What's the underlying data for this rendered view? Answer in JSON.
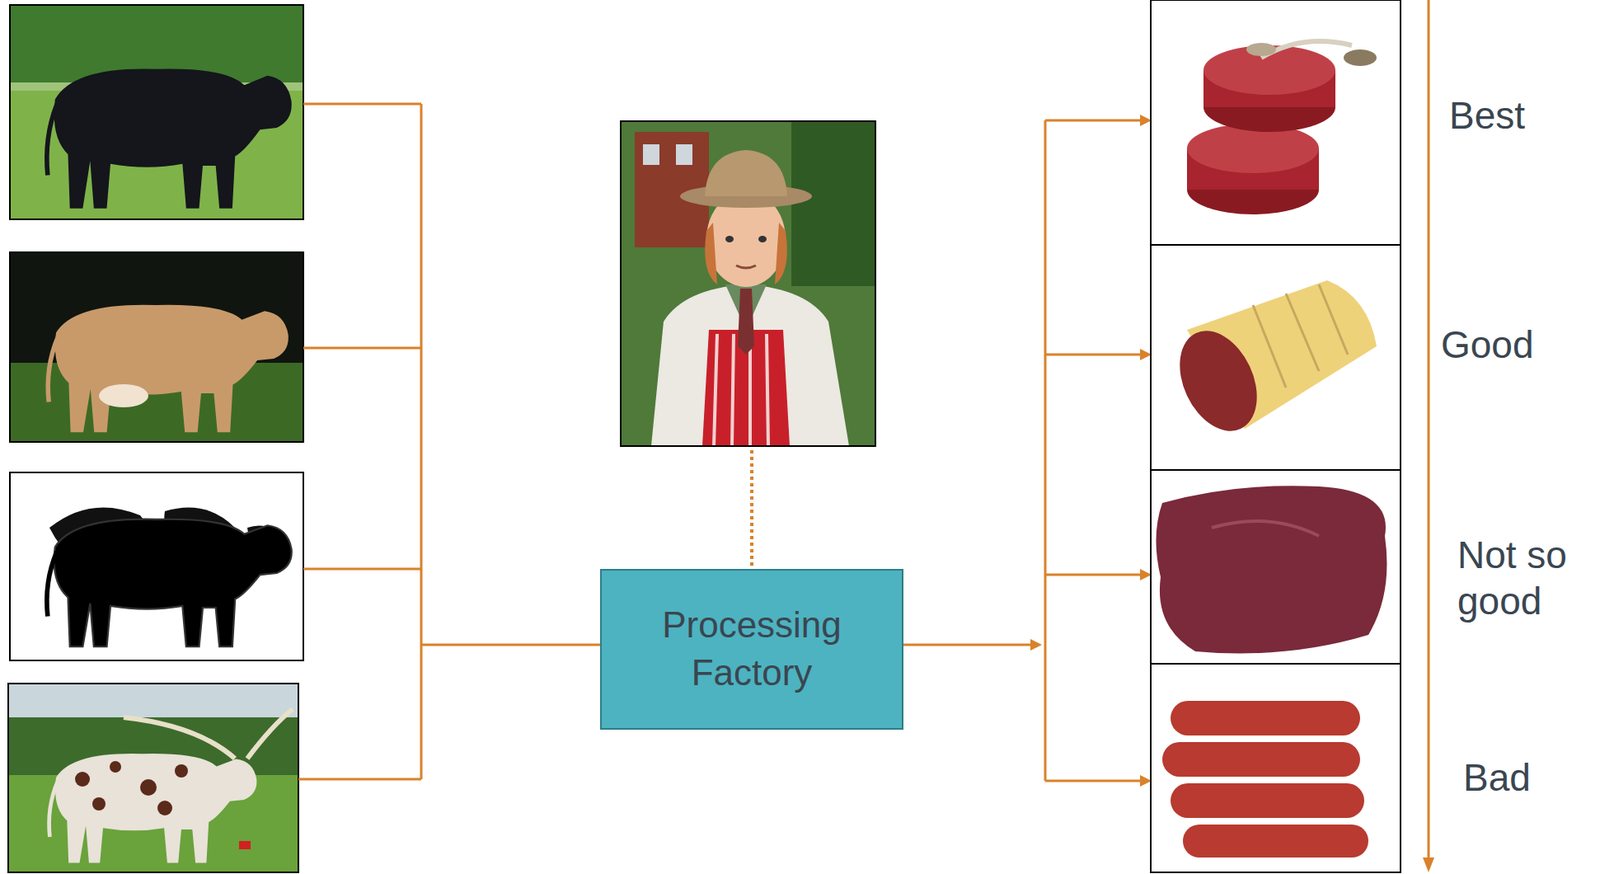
{
  "diagram": {
    "nodes": [
      {
        "text": [
          "Processing Factory"
        ]
      }
    ],
    "labels": [
      "Best",
      "Good",
      "Not so good",
      "Bad"
    ]
  }
}
